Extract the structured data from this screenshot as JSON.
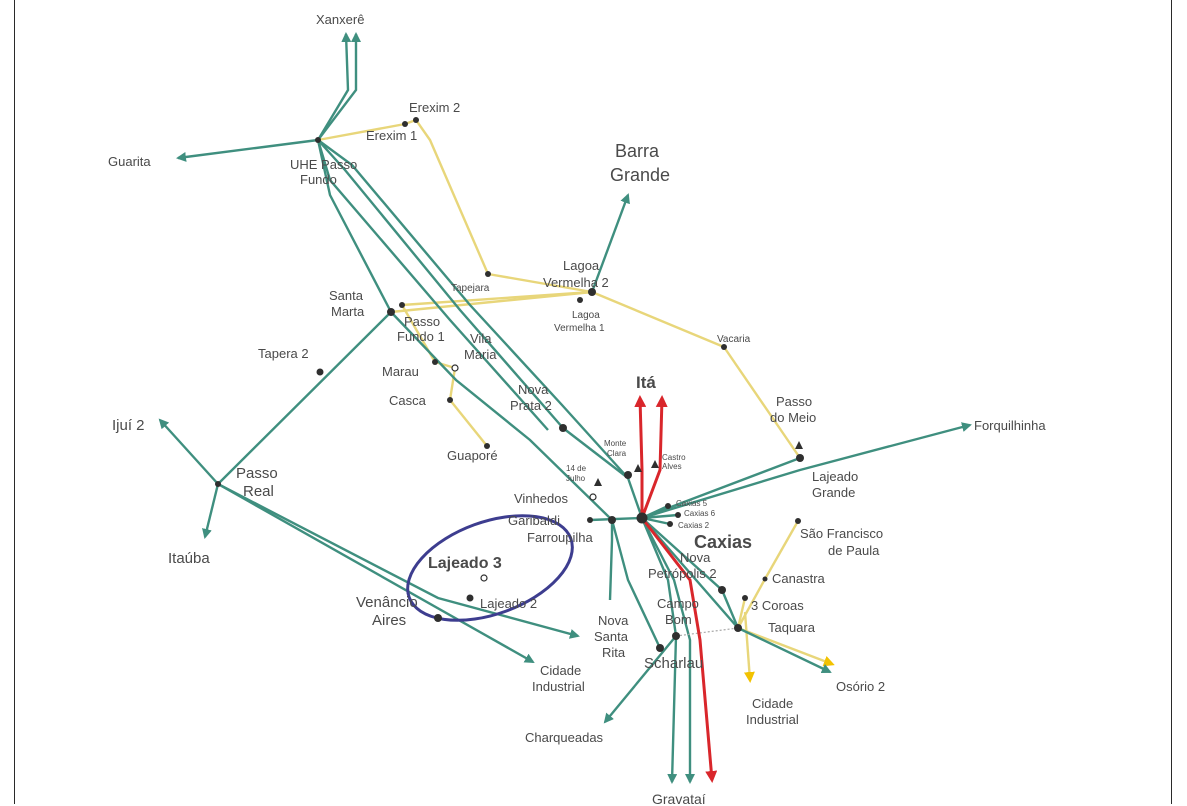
{
  "map": {
    "colors": {
      "line_green": "#3f8f7f",
      "line_yellow": "#e8d67a",
      "line_red": "#d9262b",
      "arrow_yellow": "#f2c200",
      "ellipse": "#3d3d8f",
      "node": "#2f2f2f",
      "text": "#4a4a4a"
    },
    "labels": {
      "xanxere": "Xanxerê",
      "erexim2": "Erexim 2",
      "erexim1": "Erexim 1",
      "guarita": "Guarita",
      "uhe1": "UHE Passo",
      "uhe2": "Fundo",
      "barra1": "Barra",
      "barra2": "Grande",
      "lagoa2a": "Lagoa",
      "lagoa2b": "Vermelha 2",
      "tapejara": "Tapejara",
      "lagoa1a": "Lagoa",
      "lagoa1b": "Vermelha 1",
      "santa1": "Santa",
      "santa2": "Marta",
      "passofundo1a": "Passo",
      "passofundo1b": "Fundo 1",
      "vila1": "Vila",
      "vila2": "Maria",
      "vacaria": "Vacaria",
      "tapera2": "Tapera 2",
      "marau": "Marau",
      "casca": "Casca",
      "novaprata1": "Nova",
      "novaprata2": "Prata 2",
      "ita": "Itá",
      "passomeio1": "Passo",
      "passomeio2": "do Meio",
      "forquilhinha": "Forquilhinha",
      "ijui2": "Ijuí 2",
      "guapore": "Guaporé",
      "monteclara1": "Monte",
      "monteclara2": "Clara",
      "castroalves1": "Castro",
      "castroalves2": "Alves",
      "catorze1": "14 de",
      "catorze2": "Julho",
      "passoreal1": "Passo",
      "passoreal2": "Real",
      "vinhedos": "Vinhedos",
      "lajeadogrande1": "Lajeado",
      "lajeadogrande2": "Grande",
      "caxias5": "Caxias 5",
      "caxias6": "Caxias 6",
      "caxias2": "Caxias 2",
      "garibaldi": "Garibaldi",
      "farroupilha": "Farroupilha",
      "itauba": "Itaúba",
      "caxias": "Caxias",
      "saofrancisco1": "São Francisco",
      "saofrancisco2": "de Paula",
      "lajeado3": "Lajeado 3",
      "novapetropolis1": "Nova",
      "novapetropolis2": "Petrópolis 2",
      "canastra": "Canastra",
      "venancio1": "Venâncio",
      "venancio2": "Aires",
      "lajeado2": "Lajeado 2",
      "campobom1": "Campo",
      "campobom2": "Bom",
      "trescoroas": "3 Coroas",
      "taquara": "Taquara",
      "novasanta1": "Nova",
      "novasanta2": "Santa",
      "novasanta3": "Rita",
      "scharlau": "Scharlau",
      "cidadeind1": "Cidade",
      "cidadeind2": "Industrial",
      "cidadeindE1": "Cidade",
      "cidadeindE2": "Industrial",
      "osorio2": "Osório 2",
      "charqueadas": "Charqueadas",
      "gravatai": "Gravataí"
    }
  }
}
